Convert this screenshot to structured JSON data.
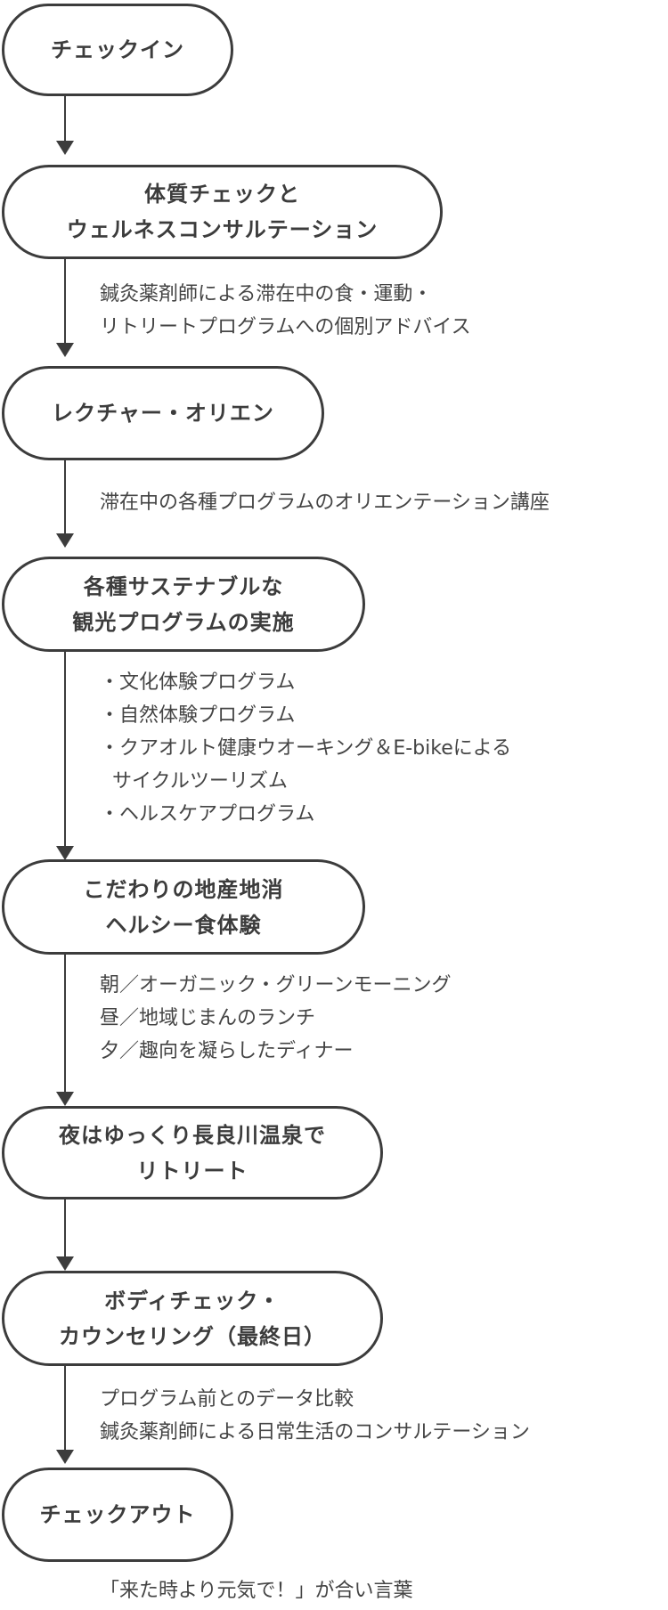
{
  "steps": [
    {
      "lines": [
        "チェックイン"
      ]
    },
    {
      "lines": [
        "体質チェックと",
        "ウェルネスコンサルテーション"
      ]
    },
    {
      "lines": [
        "レクチャー・オリエン"
      ]
    },
    {
      "lines": [
        "各種サステナブルな",
        "観光プログラムの実施"
      ]
    },
    {
      "lines": [
        "こだわりの地産地消",
        "ヘルシー食体験"
      ]
    },
    {
      "lines": [
        "夜はゆっくり長良川温泉で",
        "リトリート"
      ]
    },
    {
      "lines": [
        "ボディチェック・",
        "カウンセリング（最終日）"
      ]
    },
    {
      "lines": [
        "チェックアウト"
      ]
    }
  ],
  "descriptions": {
    "wellness": [
      "鍼灸薬剤師による滞在中の食・運動・",
      "リトリートプログラムへの個別アドバイス"
    ],
    "lecture": [
      "滞在中の各種プログラムのオリエンテーション講座"
    ],
    "programs": [
      "・文化体験プログラム",
      "・自然体験プログラム",
      "・クアオルト健康ウオーキング＆E-bikeによる",
      "サイクルツーリズム",
      "・ヘルスケアプログラム"
    ],
    "food": [
      "朝／オーガニック・グリーンモーニング",
      "昼／地域じまんのランチ",
      "夕／趣向を凝らしたディナー"
    ],
    "counseling": [
      "プログラム前とのデータ比較",
      "鍼灸薬剤師による日常生活のコンサルテーション"
    ],
    "checkout": [
      "「来た時より元気で！」が合い言葉"
    ]
  }
}
